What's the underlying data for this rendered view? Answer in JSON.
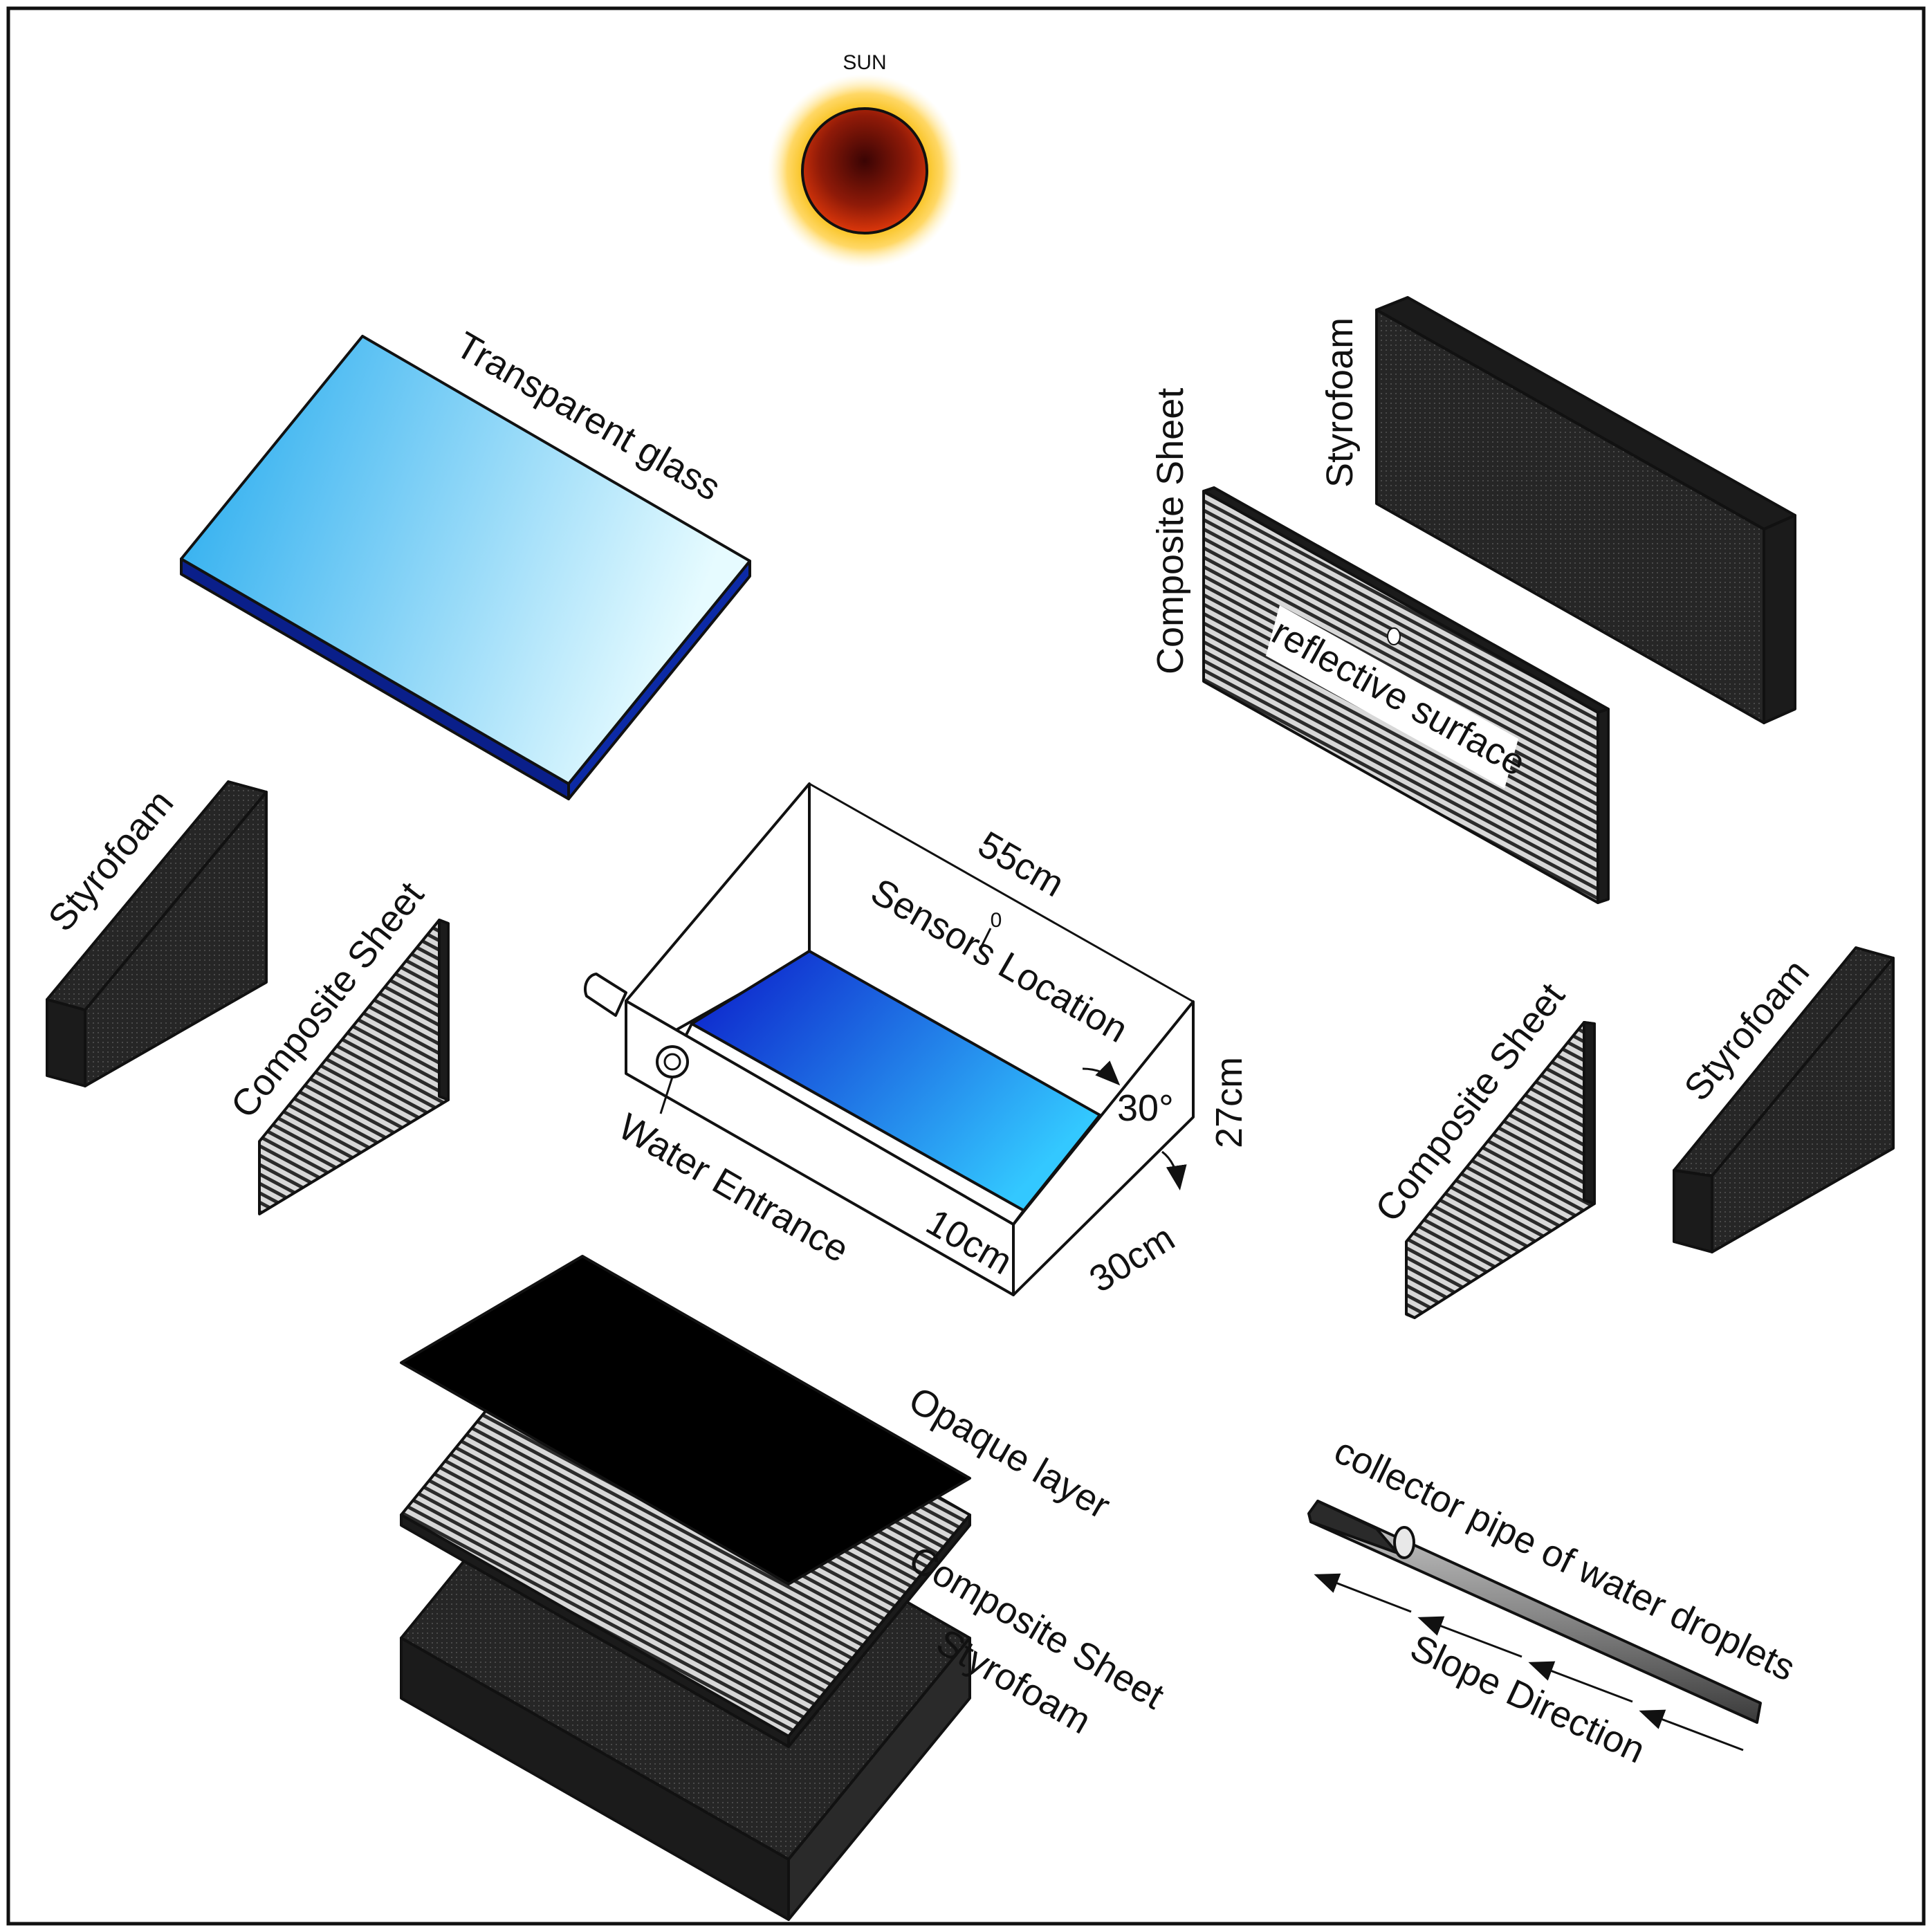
{
  "sun": {
    "label": "SUN"
  },
  "glass": {
    "label": "Transparent glass"
  },
  "left_styrofoam": {
    "label": "Styrofoam"
  },
  "left_composite": {
    "label": "Composite Sheet"
  },
  "right_back_composite": {
    "label": "Composite Sheet"
  },
  "right_back_styrofoam": {
    "label": "Styrofoam"
  },
  "reflective": {
    "label": "reflective surface"
  },
  "right_composite": {
    "label": "Composite Sheet"
  },
  "right_styrofoam": {
    "label": "Styrofoam"
  },
  "basin": {
    "length_label": "55cm",
    "sensor_marker": "0",
    "sensors_label": "Sensors Location",
    "angle_label": "30°",
    "height_label": "27cm",
    "front_height_label": "10cm",
    "width_label": "30cm",
    "water_entrance_label": "Water Entrance"
  },
  "base": {
    "opaque_label": "Opaque layer",
    "composite_label": "Composite Sheet",
    "styrofoam_label": "Styrofoam"
  },
  "collector": {
    "pipe_label": "collector pipe of water droplets",
    "slope_label": "Slope Direction"
  },
  "colors": {
    "styrofoam": "#2a2a2a",
    "glass_top_left": "#1fa8ee",
    "glass_top_right": "#e6fbff",
    "glass_edge": "#0a1f8a",
    "water_dark": "#0a18c8",
    "water_light": "#33c8ff",
    "sun_core": "#4a0606",
    "sun_glow": "#f5c200"
  }
}
